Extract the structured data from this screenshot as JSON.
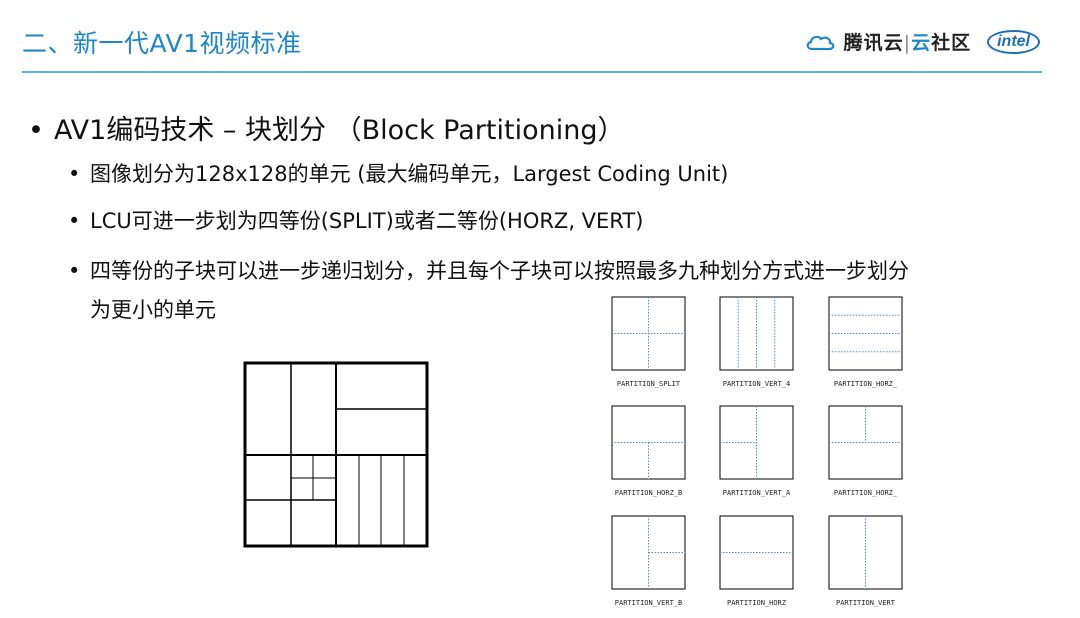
{
  "header": {
    "title": "二、新一代AV1视频标准",
    "brand_prefix": "腾讯云",
    "brand_separator": "|",
    "brand_accent": "云",
    "brand_suffix": "社区",
    "intel": "intel"
  },
  "content": {
    "main_bullet": "AV1编码技术 – 块划分 （Block Partitioning）",
    "bullets": [
      "图像划分为128x128的单元 (最大编码单元，Largest Coding Unit)",
      "LCU可进一步划为四等份(SPLIT)或者二等份(HORZ, VERT)",
      "四等份的子块可以进一步递归划分，并且每个子块可以按照最多九种划分方式进一步划分"
    ],
    "bullet3_cont": "为更小的单元"
  },
  "partitions": [
    {
      "label": "PARTITION_SPLIT",
      "type": "split"
    },
    {
      "label": "PARTITION_VERT_4",
      "type": "vert4"
    },
    {
      "label": "PARTITION_HORZ_",
      "type": "horz4"
    },
    {
      "label": "PARTITION_HORZ_B",
      "type": "horzb"
    },
    {
      "label": "PARTITION_VERT_A",
      "type": "verta"
    },
    {
      "label": "PARTITION_HORZ_",
      "type": "horza"
    },
    {
      "label": "PARTITION_VERT_B",
      "type": "vertb"
    },
    {
      "label": "PARTITION_HORZ",
      "type": "horz"
    },
    {
      "label": "PARTITION_VERT",
      "type": "vert"
    }
  ],
  "colors": {
    "accent": "#1f86c9",
    "dashed_line": "#4a90d9"
  }
}
